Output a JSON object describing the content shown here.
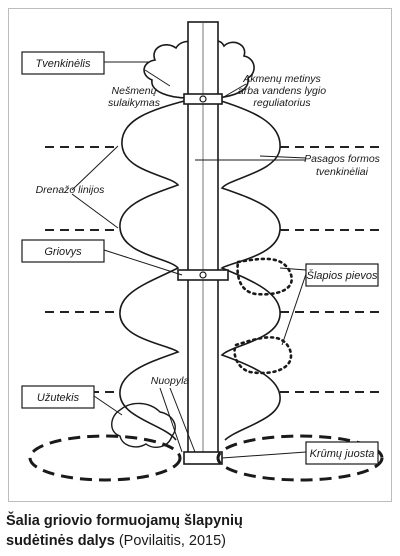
{
  "diagram": {
    "labels": {
      "tvenkinelis": "Tvenkinėlis",
      "nesmenu": "Nešmenų",
      "sulaikymas": "sulaikymas",
      "akmenu1": "Akmenų metinys",
      "akmenu2": "arba vandens lygio",
      "akmenu3": "reguliatorius",
      "pasagos1": "Pasagos formos",
      "pasagos2": "tvenkinėliai",
      "drenazo": "Drenažo linijos",
      "griovys": "Griovys",
      "slapios": "Šlapios pievos",
      "uzutekis": "Užutekis",
      "nuopyla": "Nuopyla",
      "krumu": "Krūmų juosta"
    }
  },
  "caption": {
    "title_line1": "Šalia griovio formuojamų šlapynių",
    "title_line2": "sudėtinės dalys",
    "citation": "(Povilaitis, 2015)"
  }
}
